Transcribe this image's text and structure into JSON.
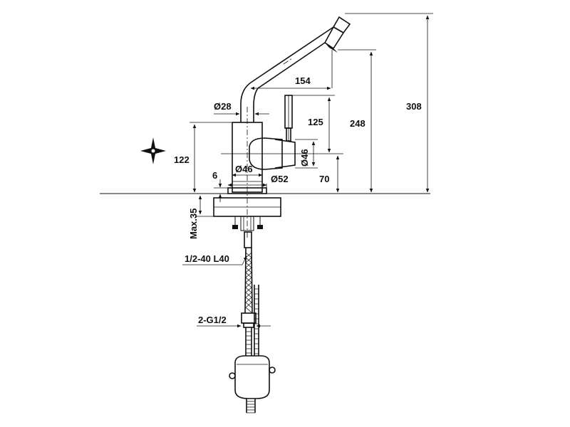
{
  "dimensions": {
    "total_height": "308",
    "spout_height": "248",
    "base_height": "122",
    "spout_reach": "154",
    "handle_height": "125",
    "lever_diameter": "Ø46",
    "spout_diameter": "Ø28",
    "body_diameter": "Ø46",
    "base_diameter": "Ø52",
    "lever_offset": "70",
    "ring_thickness": "6",
    "max_deck": "Max.35",
    "hose_spec": "1/2-40 L40",
    "connection_spec": "2-G1/2"
  },
  "colors": {
    "ink": "#111111",
    "background": "#ffffff"
  },
  "icons": {
    "rotation": "four-point-star-icon"
  }
}
